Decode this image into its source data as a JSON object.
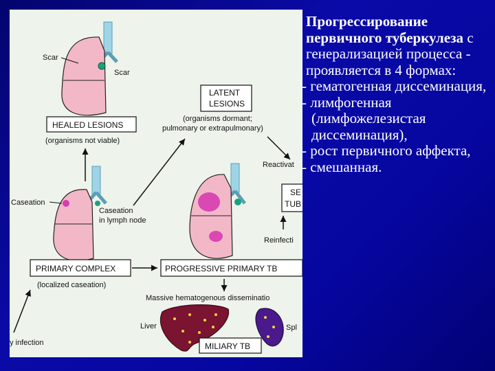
{
  "figure": {
    "scar_left": "Scar",
    "scar_right": "Scar",
    "healed_lesions": "HEALED LESIONS",
    "healed_note": "(organisms not viable)",
    "latent_lesions_1": "LATENT",
    "latent_lesions_2": "LESIONS",
    "latent_note_1": "(organisms dormant;",
    "latent_note_2": "pulmonary or extrapulmonary)",
    "reactivation": "Reactivat",
    "secondary_1": "SE",
    "secondary_2": "TUB",
    "caseation": "Caseation",
    "caseation_lymph_1": "Caseation",
    "caseation_lymph_2": "in lymph node",
    "reinfection": "Reinfecti",
    "primary_complex": "PRIMARY COMPLEX",
    "primary_note": "(localized caseation)",
    "progressive_primary": "PROGRESSIVE PRIMARY TB",
    "massive_dissemination": "Massive hematogenous disseminatio",
    "liver": "Liver",
    "spleen": "Spl",
    "miliary_tb": "MILIARY TB",
    "infection": "y infection"
  },
  "text": {
    "title_bold": "Прогрессирование первичного туберкулеза",
    "title_rest": " с генерализацией процесса - проявляется в 4 формах:",
    "items": [
      "- гематогенная диссеминация,",
      "- лимфогенная (лимфожелезистая диссеминация),",
      "- рост первичного аффекта,",
      "- смешанная."
    ]
  },
  "colors": {
    "background": "#0606a0",
    "figure_bg": "#eef3ec",
    "lung": "#f2b8c8",
    "lesion": "#d63cb0",
    "trachea": "#9fd4e6",
    "lymph": "#1aa37a",
    "liver": "#7a1430",
    "spleen": "#4a1a8c"
  }
}
